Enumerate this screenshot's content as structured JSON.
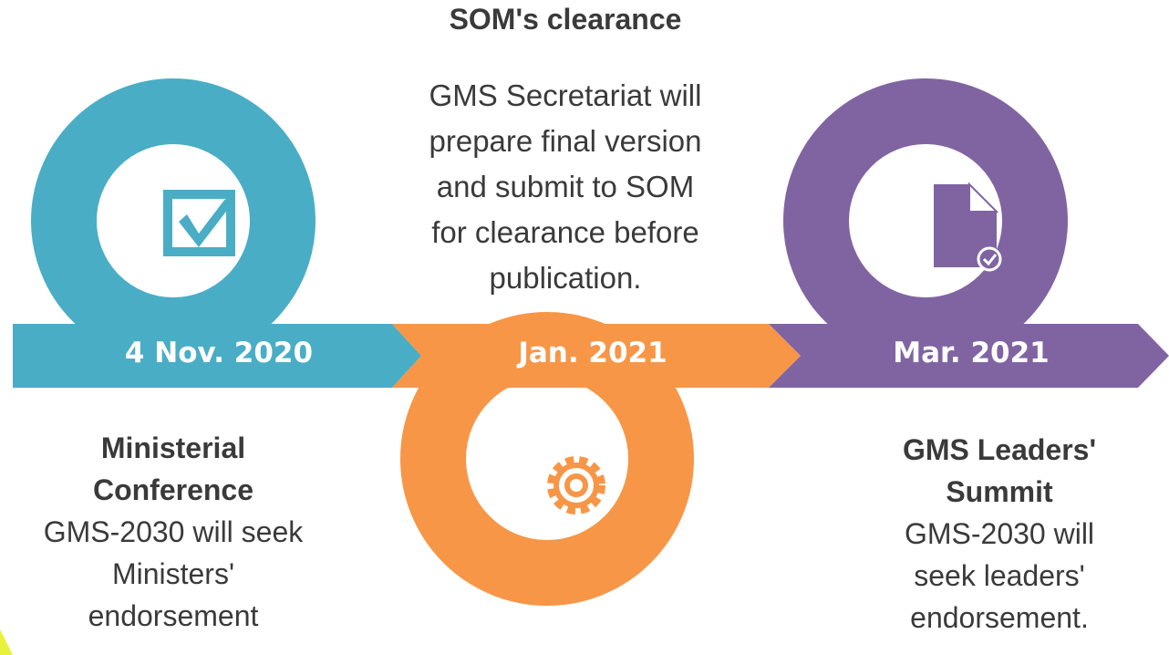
{
  "colors": {
    "teal": "#4AADC6",
    "orange": "#F79646",
    "purple": "#8064A2",
    "text": "#3a3a3a",
    "accent_yellow": "#E8F23A"
  },
  "milestones": [
    {
      "date": "4 Nov. 2020",
      "title_line1": "Ministerial",
      "title_line2": "Conference",
      "desc_line1": "GMS-2030 will seek",
      "desc_line2": "Ministers'",
      "desc_line3": "endorsement",
      "icon": "checkbox-icon"
    },
    {
      "date": "Jan. 2021",
      "title": "SOM's clearance",
      "desc_line1": "GMS Secretariat will",
      "desc_line2": "prepare final version",
      "desc_line3": "and submit to SOM",
      "desc_line4": "for clearance before",
      "desc_line5": "publication.",
      "icon": "gear-icon"
    },
    {
      "date": "Mar. 2021",
      "title_line1": "GMS Leaders'",
      "title_line2": "Summit",
      "desc_line1": "GMS-2030 will",
      "desc_line2": "seek leaders'",
      "desc_line3": "endorsement.",
      "icon": "document-check-icon"
    }
  ]
}
